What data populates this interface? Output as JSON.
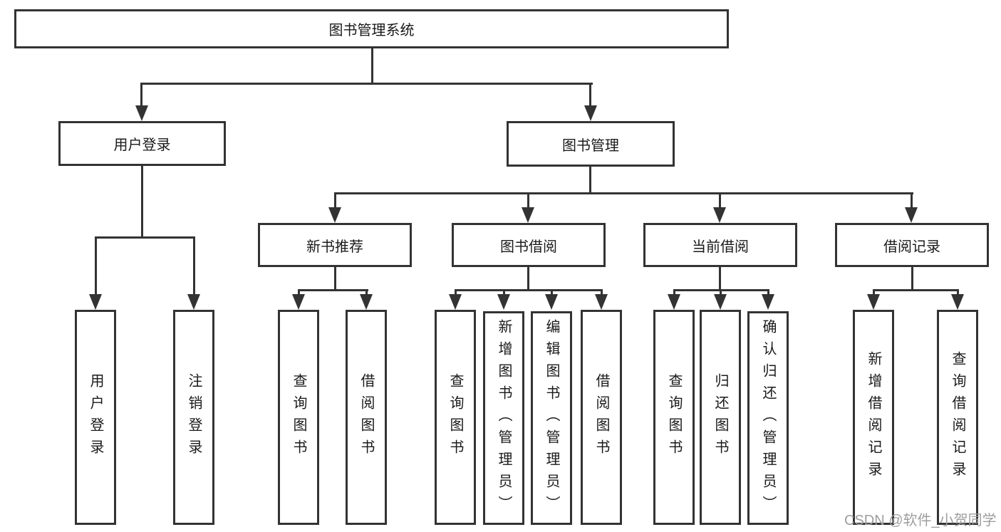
{
  "tree": {
    "root": {
      "label": "图书管理系统"
    },
    "branches": [
      {
        "label": "用户登录",
        "children": [
          {
            "label": "用户登录"
          },
          {
            "label": "注销登录"
          }
        ]
      },
      {
        "label": "图书管理",
        "children": [
          {
            "label": "新书推荐",
            "children": [
              {
                "label": "查询图书"
              },
              {
                "label": "借阅图书"
              }
            ]
          },
          {
            "label": "图书借阅",
            "children": [
              {
                "label": "查询图书"
              },
              {
                "label": "新增图书（管理员）"
              },
              {
                "label": "编辑图书（管理员）"
              },
              {
                "label": "借阅图书"
              }
            ]
          },
          {
            "label": "当前借阅",
            "children": [
              {
                "label": "查询图书"
              },
              {
                "label": "归还图书"
              },
              {
                "label": "确认归还（管理员）"
              }
            ]
          },
          {
            "label": "借阅记录",
            "children": [
              {
                "label": "新增借阅记录"
              },
              {
                "label": "查询借阅记录"
              }
            ]
          }
        ]
      }
    ]
  },
  "watermark": {
    "text": "CSDN @软件_小贺同学"
  },
  "colors": {
    "line": "#333333",
    "text": "#1a1a1a",
    "background": "#ffffff",
    "watermark": "#9e9e9e"
  }
}
